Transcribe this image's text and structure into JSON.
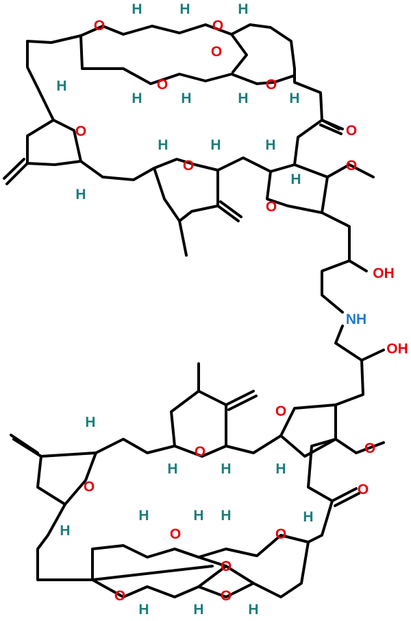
{
  "colors": {
    "bond": "#000000",
    "O": "#e8000b",
    "N": "#1f7bd1",
    "H": "#1b7e7b",
    "background": "#ffffff"
  },
  "atoms": {
    "O": "O",
    "H": "H",
    "OH": "OH",
    "NH": "NH"
  }
}
